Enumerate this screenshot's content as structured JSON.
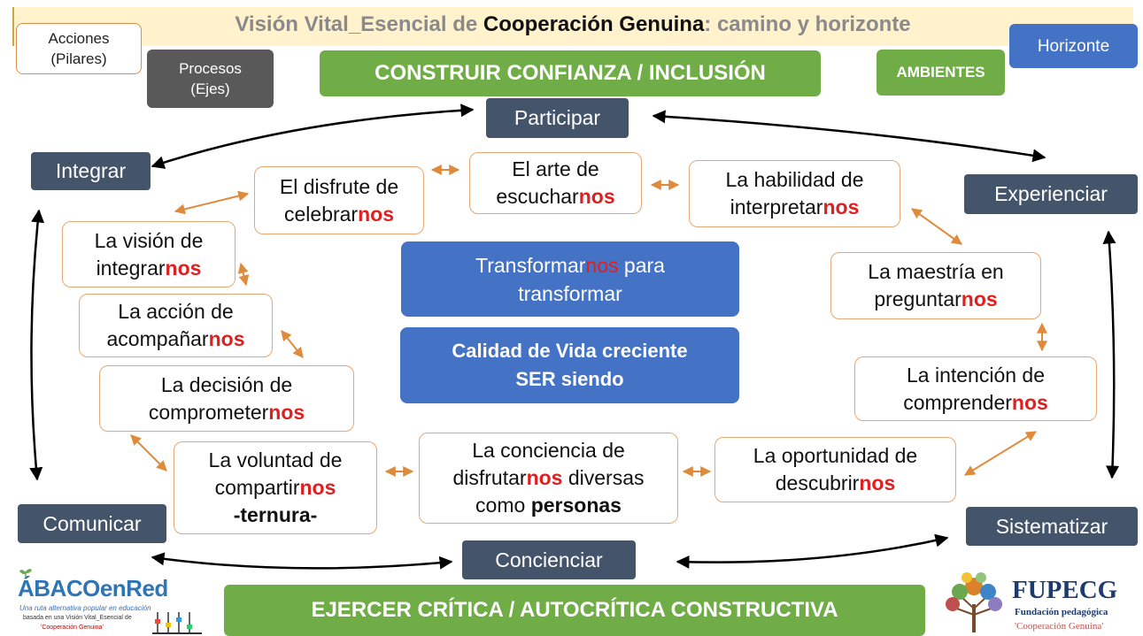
{
  "title": {
    "part1": "Visión Vital_Esencial de ",
    "highlight": "Cooperación Genuina",
    "part2": ": camino y horizonte"
  },
  "legend": {
    "acciones": [
      "Acciones",
      "(Pilares)"
    ],
    "procesos": [
      "Procesos",
      "(Ejes)"
    ],
    "horizonte": "Horizonte"
  },
  "green": {
    "top": "CONSTRUIR CONFIANZA / INCLUSIÓN",
    "ambientes": "AMBIENTES",
    "bottom": "EJERCER CRÍTICA / AUTOCRÍTICA CONSTRUCTIVA"
  },
  "processes": {
    "participar": "Participar",
    "integrar": "Integrar",
    "experienciar": "Experienciar",
    "comunicar": "Comunicar",
    "sistematizar": "Sistematizar",
    "concienciar": "Concienciar"
  },
  "pillars": {
    "escuchar": {
      "l1": "El arte de",
      "l2a": "escuchar",
      "nos": "nos"
    },
    "celebrar": {
      "l1": "El disfrute de",
      "l2a": "celebrar",
      "nos": "nos"
    },
    "interpretar": {
      "l1": "La habilidad de",
      "l2a": "interpretar",
      "nos": "nos"
    },
    "integrar": {
      "l1": "La visión de",
      "l2a": "integrar",
      "nos": "nos"
    },
    "preguntar": {
      "l1": "La maestría en",
      "l2a": "preguntar",
      "nos": "nos"
    },
    "acompanar": {
      "l1": "La acción de",
      "l2a": "acompañar",
      "nos": "nos"
    },
    "comprometer": {
      "l1": "La decisión de",
      "l2a": "comprometer",
      "nos": "nos"
    },
    "comprender": {
      "l1": "La intención de",
      "l2a": "comprender",
      "nos": "nos"
    },
    "compartir": {
      "l1": "La voluntad de",
      "l2a": "compartir",
      "nos": "nos",
      "l3": "-ternura-"
    },
    "disfrutar": {
      "l1": "La conciencia de",
      "l2a": "disfrutar",
      "nos": "nos",
      "l2b": " diversas",
      "l3a": "como ",
      "l3b": "personas"
    },
    "descubrir": {
      "l1": "La oportunidad de",
      "l2a": "descubrir",
      "nos": "nos"
    }
  },
  "center": {
    "box1_a": "Transformar",
    "box1_nos": "nos",
    "box1_b": " para",
    "box1_c": "transformar",
    "box2_l1": "Calidad de Vida creciente",
    "box2_l2": "SER siendo"
  },
  "logos": {
    "abaco_name": "ÁBACOenRed",
    "abaco_sub1": "Una ruta alternativa popular en educación",
    "abaco_sub2": "basada en una Visión Vital_Esencial de",
    "abaco_sub3": "'Cooperación Genuina'",
    "fupecg_name": "FUPECG",
    "fupecg_sub1": "Fundación pedagógica",
    "fupecg_sub2": "'Cooperación Genuina'"
  },
  "colors": {
    "green": "#70ad47",
    "process": "#44546a",
    "blue": "#4472c4",
    "nos_red": "#e02020",
    "pillar_border": "#e4a775",
    "orange_arrow": "#e08a3c"
  }
}
